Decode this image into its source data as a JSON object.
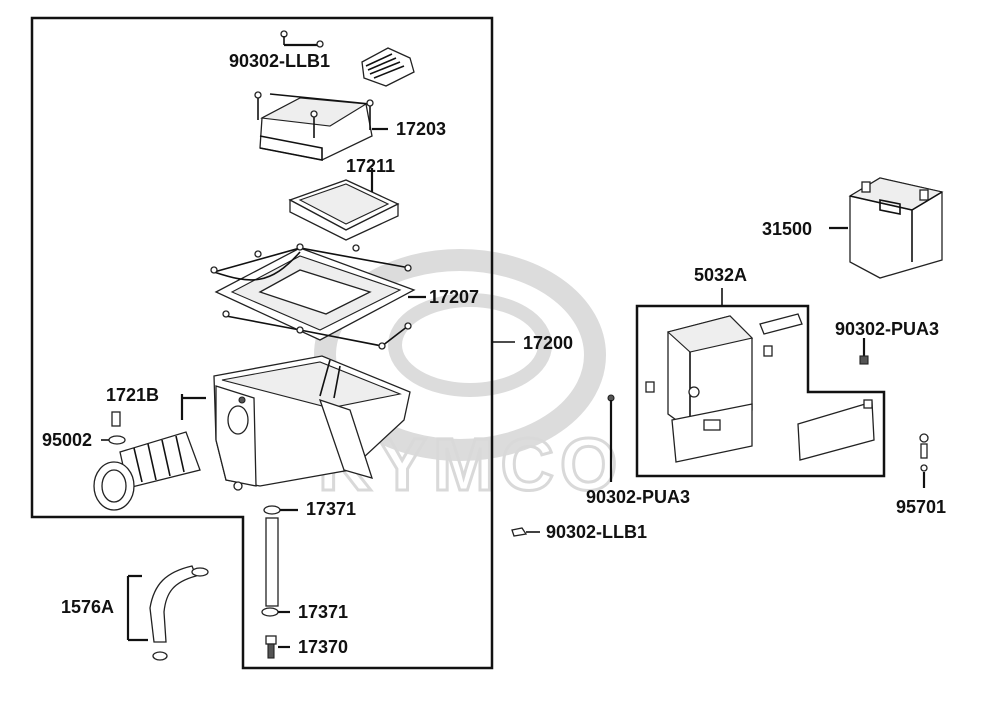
{
  "watermark": "KYMCO",
  "labels": {
    "p90302_llb1_top": "90302-LLB1",
    "p17203": "17203",
    "p17211": "17211",
    "p17207": "17207",
    "p17200": "17200",
    "p1721b": "1721B",
    "p95002": "95002",
    "p17371_a": "17371",
    "p17371_b": "17371",
    "p17370": "17370",
    "p1576a": "1576A",
    "p90302_llb1_bottom": "90302-LLB1",
    "p31500": "31500",
    "p5032a": "5032A",
    "p90302_pua3_right": "90302-PUA3",
    "p90302_pua3_bottom": "90302-PUA3",
    "p95701": "95701"
  }
}
